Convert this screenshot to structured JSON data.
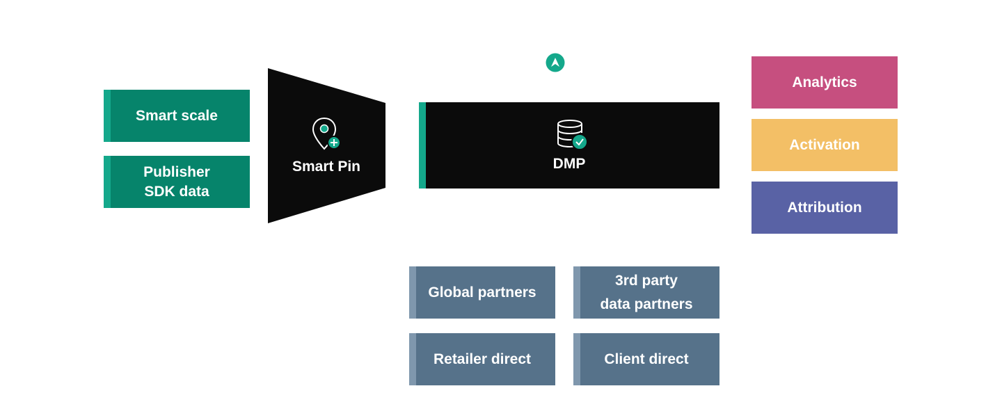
{
  "colors": {
    "green": "#06846b",
    "green_stripe": "#14a88b",
    "black": "#0b0b0b",
    "slate": "#56728a",
    "slate_stripe": "#7f97ad",
    "analytics": "#c64f7f",
    "activation": "#f3bf66",
    "attribution": "#5962a5"
  },
  "sources": [
    {
      "label": "Smart scale"
    },
    {
      "label": "Publisher\nSDK data"
    }
  ],
  "smart_pin": {
    "label": "Smart Pin",
    "icon": "location-pin-plus-icon"
  },
  "dmp": {
    "label": "DMP",
    "icon": "database-check-icon"
  },
  "logo": {
    "icon": "brand-logo-icon"
  },
  "outputs": [
    {
      "label": "Analytics"
    },
    {
      "label": "Activation"
    },
    {
      "label": "Attribution"
    }
  ],
  "partners": [
    {
      "label": "Global partners"
    },
    {
      "label": "3rd party\ndata partners"
    },
    {
      "label": "Retailer direct"
    },
    {
      "label": "Client direct"
    }
  ]
}
